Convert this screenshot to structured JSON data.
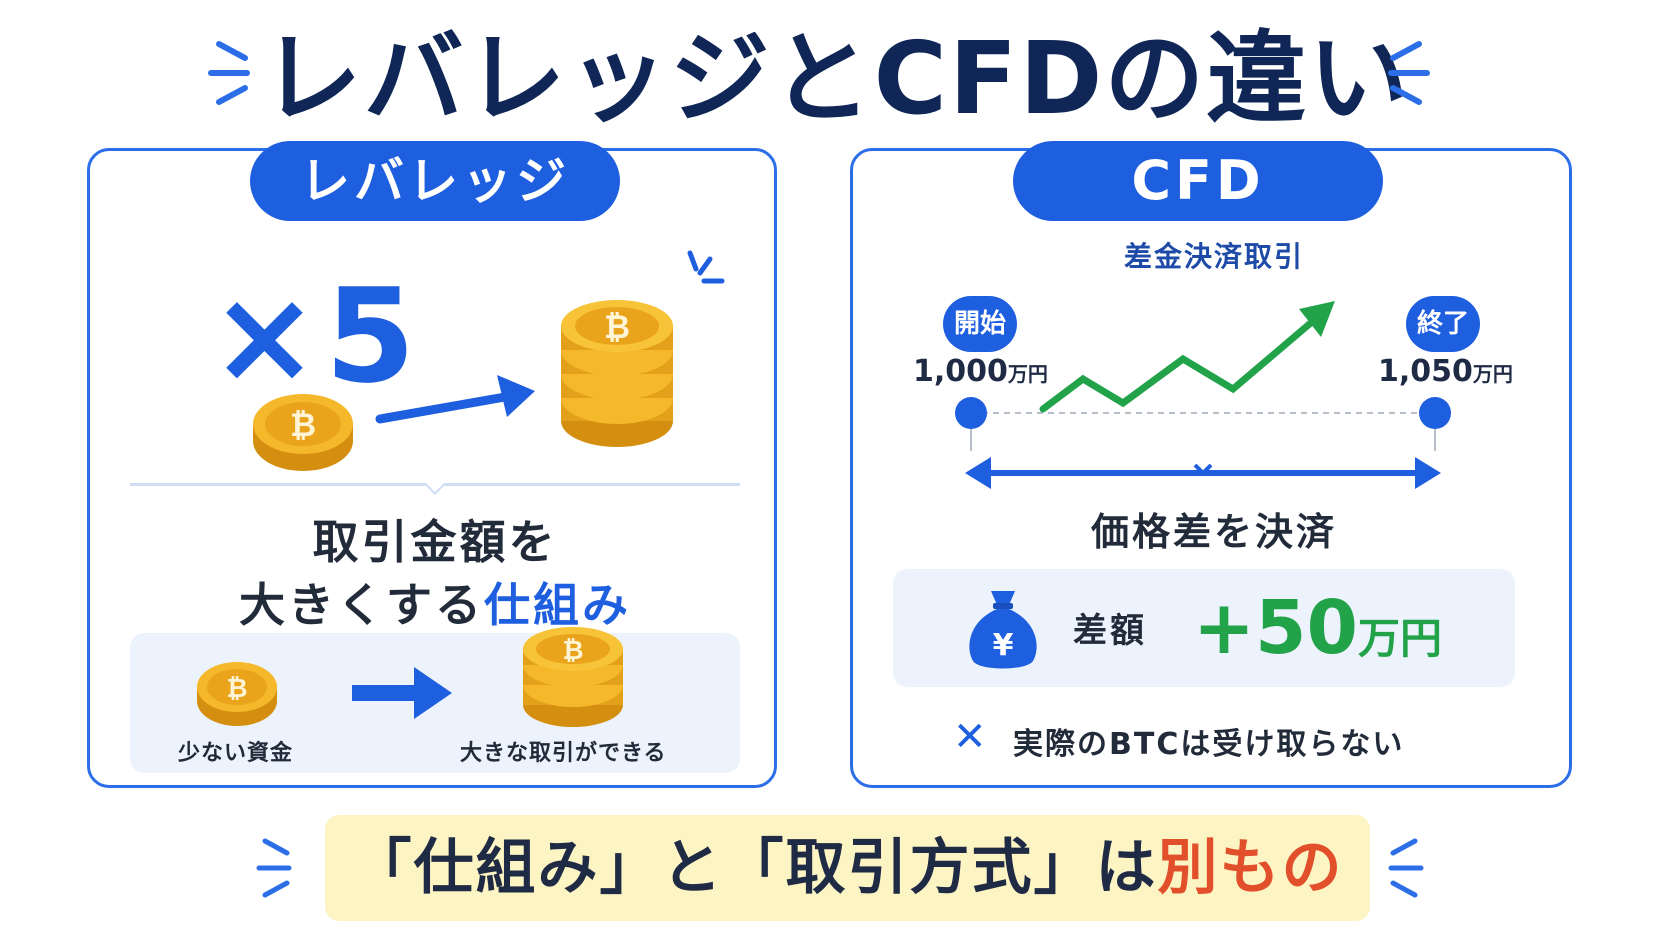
{
  "title": "レバレッジとCFDの違い",
  "left": {
    "badge": "レバレッジ",
    "multiplier": "×5",
    "desc_line1": "取引金額を",
    "desc_line2_plain": "大きくする",
    "desc_line2_accent": "仕組み",
    "sub_left": "少ない資金",
    "sub_right": "大きな取引ができる"
  },
  "right": {
    "badge": "CFD",
    "subtitle": "差金決済取引",
    "start_tag": "開始",
    "end_tag": "終了",
    "start_price": "1,000",
    "end_price": "1,050",
    "price_unit": "万円",
    "settle": "価格差を決済",
    "diff_label": "差額",
    "diff_value": "+50",
    "diff_unit": "万円",
    "note_x": "✕",
    "note": "実際のBTCは受け取らない"
  },
  "banner": {
    "part1": "「仕組み」と「取引方式」は",
    "part2": "別もの"
  },
  "coin_symbol": "₿",
  "yen_symbol": "¥",
  "colors": {
    "primary": "#1e5fe0",
    "navy": "#0f2656",
    "green": "#22a34a",
    "gold": "#f2b422",
    "accent_red": "#e2502b",
    "banner_bg": "#fdf4c4"
  }
}
